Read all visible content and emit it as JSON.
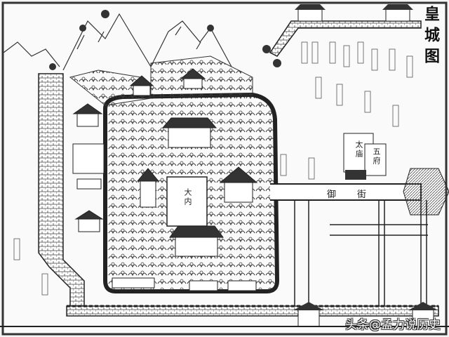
{
  "title": "皇城图",
  "labels": {
    "inner_palace": "大内",
    "imperial_street": "御街",
    "ancestral_temple": "太庙",
    "five_offices": "五府"
  },
  "watermark": "头条@孟力说历史",
  "colors": {
    "ink": "#222222",
    "paper": "#f4f4f4",
    "frame": "#333333"
  }
}
